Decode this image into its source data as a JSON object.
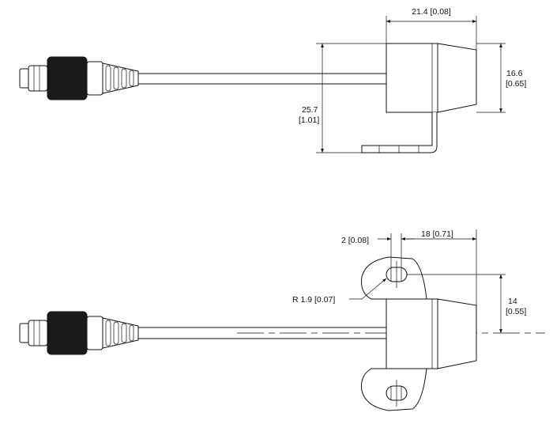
{
  "top_view": {
    "width_label": "21.4 [0.08]",
    "height_label_mm": "16.6",
    "height_label_in": "[0.65]",
    "overall_label_mm": "25.7",
    "overall_label_in": "[1.01]"
  },
  "bottom_view": {
    "slot_label": "2 [0.08]",
    "spacing_label": "18 [0.71]",
    "radius_label": "R 1.9 [0.07]",
    "offset_label_mm": "14",
    "offset_label_in": "[0.55]"
  }
}
